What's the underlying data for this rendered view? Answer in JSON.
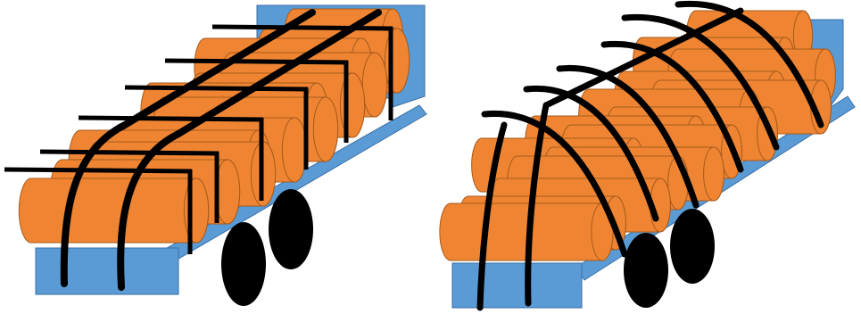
{
  "colors": {
    "background": "#ffffff",
    "log_fill": "#ef8532",
    "log_stroke": "#a65a1c",
    "trailer_fill": "#5b9bd5",
    "trailer_stroke": "#3a6ea5",
    "wheel": "#000000",
    "strap": "#000000"
  },
  "figures": [
    {
      "name": "truck-flat-bolsters",
      "strap_style": "straight stakes with crossing straps",
      "log_tiers": 2,
      "wheels": 2
    },
    {
      "name": "truck-curved-straps",
      "strap_style": "curved arched straps over stacked load",
      "log_tiers": 3,
      "wheels": 2
    }
  ]
}
